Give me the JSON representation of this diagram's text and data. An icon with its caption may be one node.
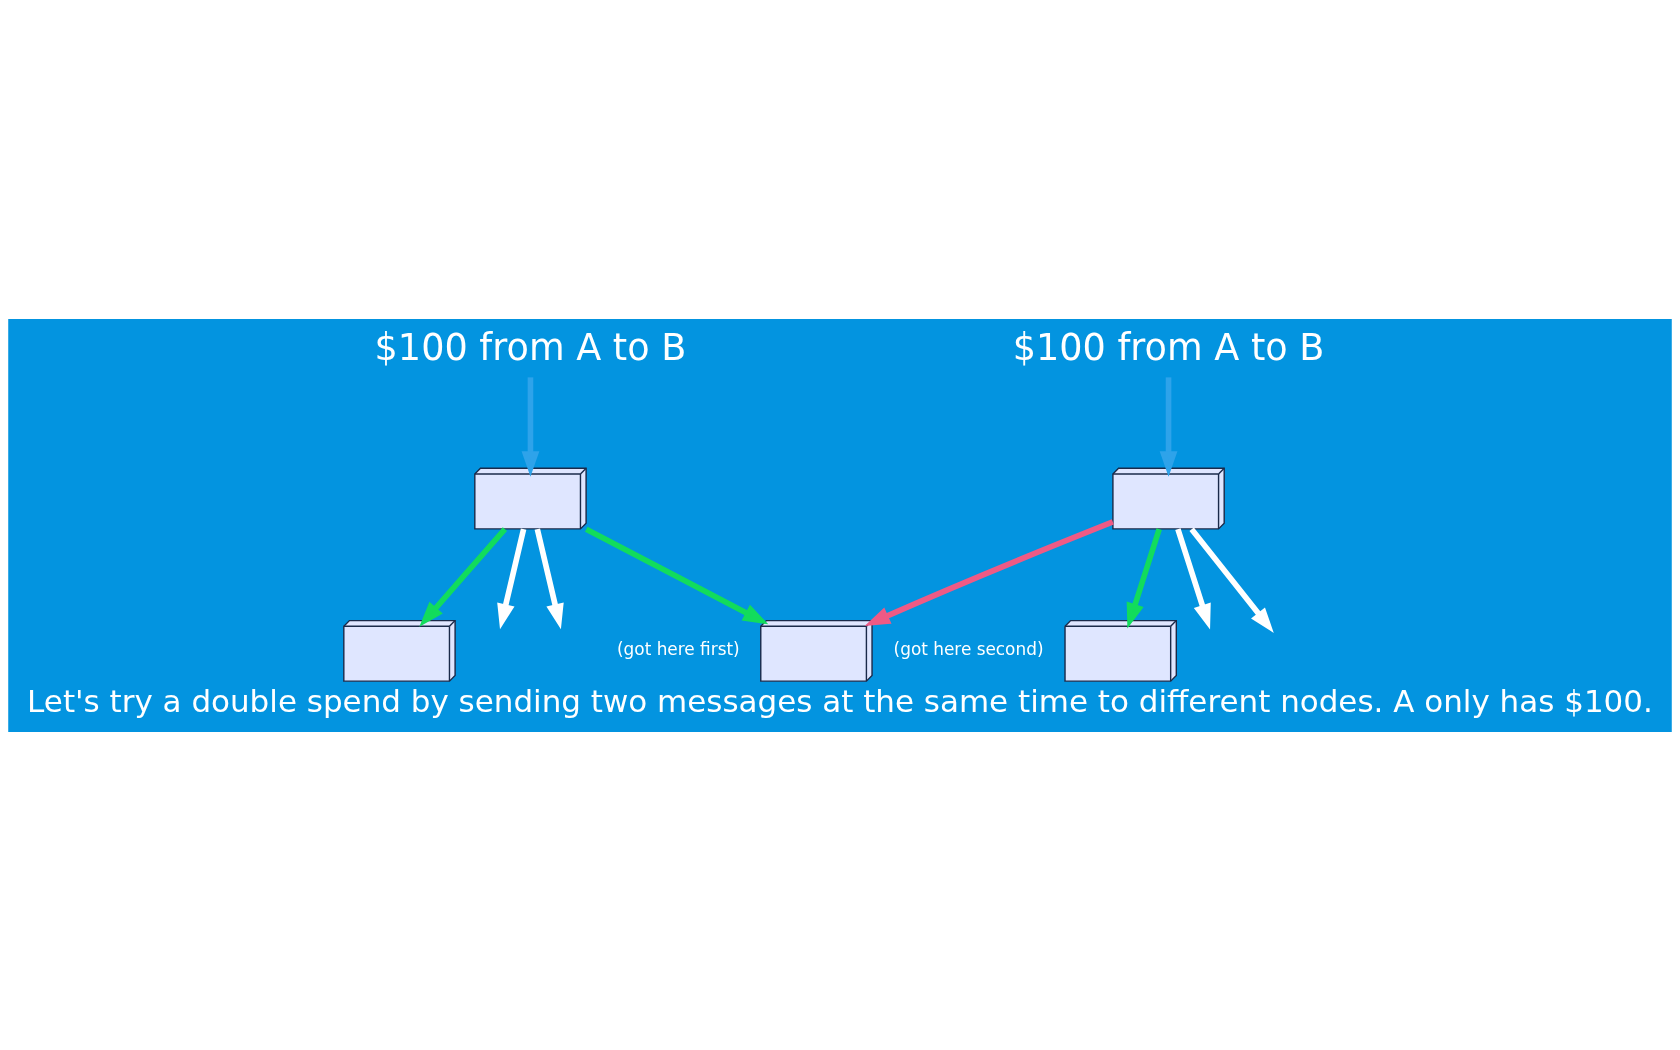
{
  "diagram": {
    "caption": "Let's try a double spend by sending two messages at the same time to different nodes. A only has $100.",
    "nodes": [
      {
        "text": [
          "$100 from A to B"
        ]
      },
      {
        "text": [
          "$100 from A to B"
        ]
      },
      {
        "text": [],
        "shape": "server"
      },
      {
        "text": [],
        "shape": "server",
        "beside": [
          "(got here first)",
          "(got here second)"
        ]
      },
      {
        "text": [],
        "shape": "server"
      },
      {
        "text": [],
        "shape": "server"
      },
      {
        "text": [],
        "shape": "server"
      }
    ],
    "edges": [
      {
        "from": 0,
        "to": 2,
        "arrow": "to",
        "color": "#2ea3ea"
      },
      {
        "from": 1,
        "to": 4,
        "arrow": "to",
        "color": "#2ea3ea"
      },
      {
        "from": 2,
        "to": 3,
        "arrow": "to",
        "color": "#12dc5c"
      },
      {
        "from": 4,
        "to": 3,
        "arrow": "to",
        "color": "#ef5a85"
      },
      {
        "from": 2,
        "to": null,
        "arrow": "to"
      },
      {
        "from": 2,
        "to": null,
        "arrow": "to"
      },
      {
        "from": 4,
        "to": null,
        "arrow": "to"
      },
      {
        "from": 4,
        "to": null,
        "arrow": "to"
      },
      {
        "from": 2,
        "to": 5,
        "arrow": "to",
        "color": "#12dc5c"
      },
      {
        "from": 4,
        "to": 6,
        "arrow": "to",
        "color": "#12dc5c"
      }
    ]
  }
}
